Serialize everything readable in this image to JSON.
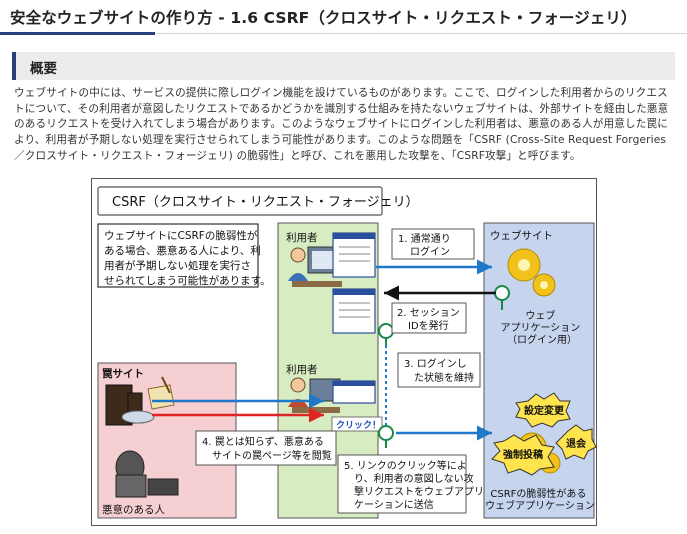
{
  "header": {
    "title": "安全なウェブサイトの作り方 - 1.6 CSRF（クロスサイト・リクエスト・フォージェリ）"
  },
  "section": {
    "heading": "概要",
    "paragraph": "ウェブサイトの中には、サービスの提供に際しログイン機能を設けているものがあります。ここで、ログインした利用者からのリクエストについて、その利用者が意図したリクエストであるかどうかを識別する仕組みを持たないウェブサイトは、外部サイトを経由した悪意のあるリクエストを受け入れてしまう場合があります。このようなウェブサイトにログインした利用者は、悪意のある人が用意した罠により、利用者が予期しない処理を実行させられてしまう可能性があります。このような問題を「CSRF (Cross-Site Request Forgeries／クロスサイト・リクエスト・フォージェリ) の脆弱性」と呼び、これを悪用した攻撃を、「CSRF攻撃」と呼びます。"
  },
  "diagram": {
    "title": "CSRF（クロスサイト・リクエスト・フォージェリ）",
    "note_lines": [
      "ウェブサイトにCSRFの脆弱性が",
      "ある場合、悪意ある人により、利",
      "用者が予期しない処理を実行さ",
      "せられてしまう可能性があります。"
    ],
    "user_label_top": "利用者",
    "user_label_mid": "利用者",
    "website_label": "ウェブサイト",
    "trap_site_label": "罠サイト",
    "attacker_label": "悪意のある人",
    "click_label": "クリック！",
    "step1_lines": [
      "1. 通常通り",
      "ログイン"
    ],
    "step2_lines": [
      "2. セッション",
      "IDを発行"
    ],
    "step3_lines": [
      "3. ログインし",
      "た状態を維持"
    ],
    "step4_lines": [
      "4. 罠とは知らず、悪意ある",
      "サイトの罠ページ等を閲覧"
    ],
    "step5_lines": [
      "5. リンクのクリック等によ",
      "り、利用者の意図しない攻",
      "撃リクエストをウェブアプリ",
      "ケーションに送信"
    ],
    "webapp_lines": [
      "ウェブ",
      "アプリケーション",
      "（ログイン用）"
    ],
    "vuln_app_lines": [
      "CSRFの脆弱性がある",
      "ウェブアプリケーション"
    ],
    "burst_labels": [
      "設定変更",
      "退会",
      "強制投稿"
    ],
    "colors": {
      "user_zone": "#d8ecc2",
      "website_zone": "#c6d4ee",
      "trap_zone": "#f6cfd2",
      "normal_arrow": "#1f78c8",
      "attack_arrow": "#e02424",
      "gear": "#f2c21a",
      "burst": "#ffe44d"
    }
  }
}
